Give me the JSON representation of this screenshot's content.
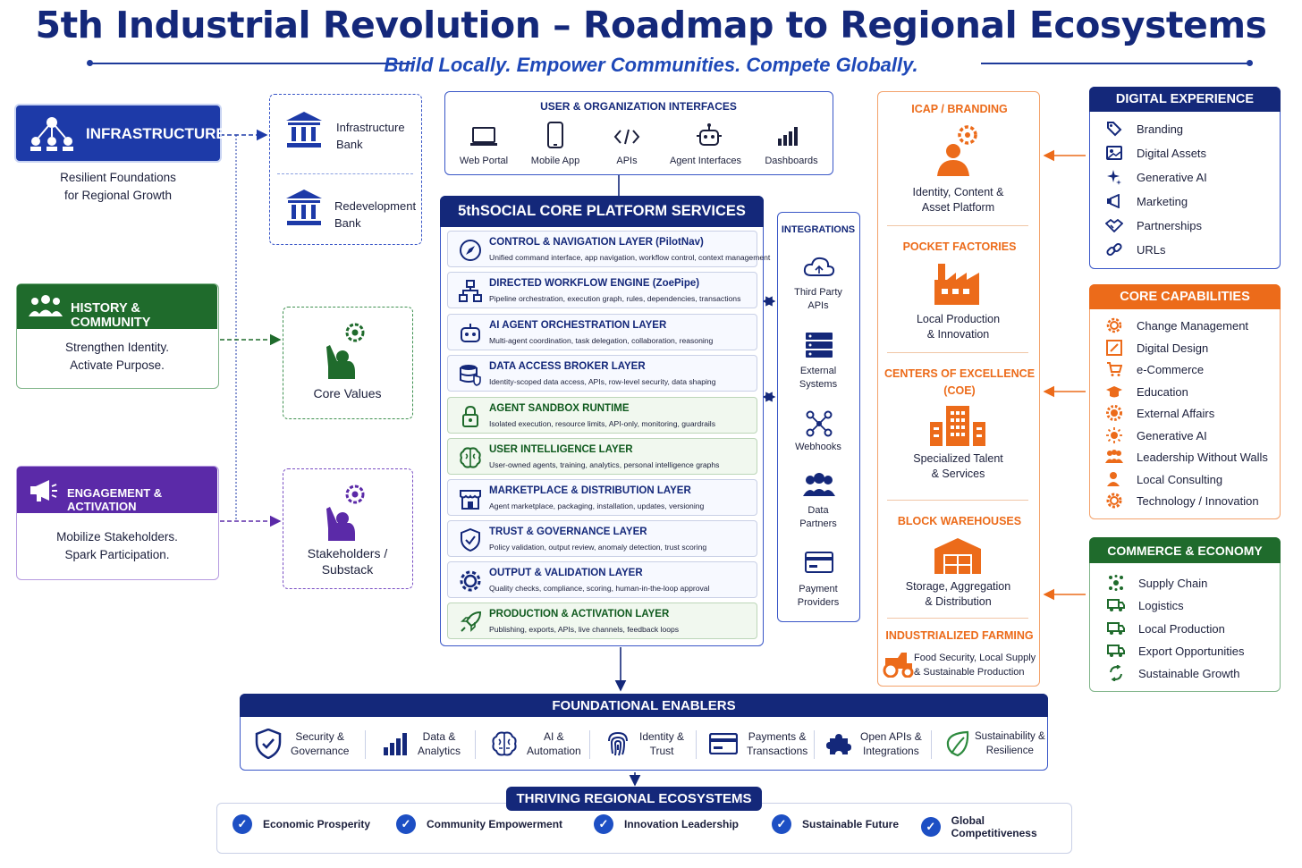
{
  "header": {
    "title": "5th Industrial Revolution – Roadmap to Regional Ecosystems",
    "subtitle": "Build Locally. Empower Communities. Compete Globally."
  },
  "left": {
    "infrastructure": {
      "label": "INFRASTRUCTURE",
      "caption1": "Resilient Foundations",
      "caption2": "for Regional Growth",
      "color": "#1d3aa8"
    },
    "history": {
      "label": "HISTORY & COMMUNITY",
      "caption1": "Strengthen Identity.",
      "caption2": "Activate Purpose.",
      "color": "#1f6b2c"
    },
    "engagement": {
      "label": "ENGAGEMENT & ACTIVATION",
      "caption1": "Mobilize Stakeholders.",
      "caption2": "Spark Participation.",
      "color": "#5b2aa8"
    }
  },
  "banks": {
    "infra_bank1": "Infrastructure",
    "infra_bank2": "Bank",
    "redev_bank1": "Redevelopment",
    "redev_bank2": "Bank"
  },
  "core_values": {
    "label": "Core Values"
  },
  "stakeholders": {
    "label1": "Stakeholders /",
    "label2": "Substack"
  },
  "interfaces": {
    "title": "USER & ORGANIZATION INTERFACES",
    "items": [
      "Web Portal",
      "Mobile App",
      "APIs",
      "Agent Interfaces",
      "Dashboards"
    ]
  },
  "platform": {
    "title": "5thSOCIAL CORE PLATFORM SERVICES",
    "layers": [
      {
        "title": "CONTROL & NAVIGATION LAYER (PilotNav)",
        "desc": "Unified command interface, app navigation, workflow control, context management"
      },
      {
        "title": "DIRECTED WORKFLOW ENGINE (ZoePipe)",
        "desc": "Pipeline orchestration, execution graph, rules, dependencies, transactions"
      },
      {
        "title": "AI AGENT ORCHESTRATION LAYER",
        "desc": "Multi-agent coordination, task delegation, collaboration, reasoning"
      },
      {
        "title": "DATA ACCESS BROKER LAYER",
        "desc": "Identity-scoped data access, APIs, row-level security, data shaping"
      },
      {
        "title": "AGENT SANDBOX RUNTIME",
        "desc": "Isolated execution, resource limits, API-only, monitoring, guardrails"
      },
      {
        "title": "USER INTELLIGENCE LAYER",
        "desc": "User-owned agents, training, analytics, personal intelligence graphs"
      },
      {
        "title": "MARKETPLACE & DISTRIBUTION LAYER",
        "desc": "Agent marketplace, packaging, installation, updates, versioning"
      },
      {
        "title": "TRUST & GOVERNANCE LAYER",
        "desc": "Policy validation, output review, anomaly detection, trust scoring"
      },
      {
        "title": "OUTPUT & VALIDATION LAYER",
        "desc": "Quality checks, compliance, scoring, human-in-the-loop approval"
      },
      {
        "title": "PRODUCTION & ACTIVATION LAYER",
        "desc": "Publishing, exports, APIs, live channels, feedback loops"
      }
    ]
  },
  "integrations": {
    "title": "INTEGRATIONS",
    "items": [
      {
        "l1": "Third Party",
        "l2": "APIs"
      },
      {
        "l1": "External",
        "l2": "Systems"
      },
      {
        "l1": "Webhooks",
        "l2": ""
      },
      {
        "l1": "Data",
        "l2": "Partners"
      },
      {
        "l1": "Payment",
        "l2": "Providers"
      }
    ]
  },
  "orange_column": {
    "icap_title": "ICAP / BRANDING",
    "icap_l1": "Identity, Content &",
    "icap_l2": "Asset Platform",
    "pocket_title": "POCKET FACTORIES",
    "pocket_l1": "Local Production",
    "pocket_l2": "& Innovation",
    "coe_title1": "CENTERS OF EXCELLENCE",
    "coe_title2": "(COE)",
    "coe_l1": "Specialized Talent",
    "coe_l2": "& Services",
    "block_title": "BLOCK WAREHOUSES",
    "block_l1": "Storage, Aggregation",
    "block_l2": "& Distribution",
    "farm_title": "INDUSTRIALIZED FARMING",
    "farm_l1": "Food Security, Local Supply",
    "farm_l2": "& Sustainable Production",
    "color": "#ec6b1a"
  },
  "digital_experience": {
    "title": "DIGITAL EXPERIENCE",
    "items": [
      "Branding",
      "Digital Assets",
      "Generative AI",
      "Marketing",
      "Partnerships",
      "URLs"
    ]
  },
  "core_capabilities": {
    "title": "CORE CAPABILITIES",
    "items": [
      "Change Management",
      "Digital Design",
      "e-Commerce",
      "Education",
      "External Affairs",
      "Generative AI",
      "Leadership Without Walls",
      "Local Consulting",
      "Technology / Innovation"
    ]
  },
  "commerce": {
    "title": "COMMERCE & ECONOMY",
    "items": [
      "Supply Chain",
      "Logistics",
      "Local Production",
      "Export Opportunities",
      "Sustainable Growth"
    ]
  },
  "enablers": {
    "title": "FOUNDATIONAL ENABLERS",
    "items": [
      {
        "l1": "Security &",
        "l2": "Governance"
      },
      {
        "l1": "Data &",
        "l2": "Analytics"
      },
      {
        "l1": "AI &",
        "l2": "Automation"
      },
      {
        "l1": "Identity &",
        "l2": "Trust"
      },
      {
        "l1": "Payments &",
        "l2": "Transactions"
      },
      {
        "l1": "Open APIs &",
        "l2": "Integrations"
      },
      {
        "l1": "Sustainability &",
        "l2": "Resilience"
      }
    ]
  },
  "thriving": {
    "title": "THRIVING REGIONAL ECOSYSTEMS",
    "items": [
      "Economic Prosperity",
      "Community Empowerment",
      "Innovation Leadership",
      "Sustainable Future",
      "Global Competitiveness"
    ]
  }
}
